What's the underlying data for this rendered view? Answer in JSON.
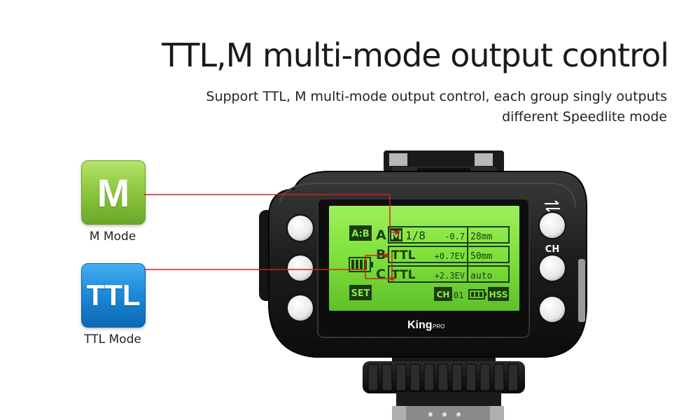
{
  "header": {
    "title": "TTL,M multi-mode output control",
    "subtitle_line1": "Support TTL, M multi-mode output control, each group singly outputs",
    "subtitle_line2": "different Speedlite mode"
  },
  "badges": {
    "m": {
      "symbol": "M",
      "caption": "M Mode",
      "color": "#8cc63c"
    },
    "ttl": {
      "symbol": "TTL",
      "caption": "TTL Mode",
      "color": "#1b88d6"
    }
  },
  "device": {
    "brand": "King",
    "brand_suffix": "PRO",
    "ch_label": "CH",
    "swap_icon": "swap-arrows-icon",
    "connector_color": "#cc2222",
    "lcd": {
      "ab_badge": "A:B",
      "set_badge": "SET",
      "channel_label": "CH",
      "channel_value": "01",
      "sync_badge": "HSS",
      "battery_icon": "battery-icon",
      "rows": [
        {
          "group": "A",
          "mode": "M",
          "power": "1/8",
          "comp": "-0.7",
          "zoom": "28mm"
        },
        {
          "group": "B",
          "mode": "TTL",
          "power": "",
          "comp": "+0.7EV",
          "zoom": "50mm"
        },
        {
          "group": "C",
          "mode": "TTL",
          "power": "",
          "comp": "+2.3EV",
          "zoom": "auto"
        }
      ]
    }
  }
}
